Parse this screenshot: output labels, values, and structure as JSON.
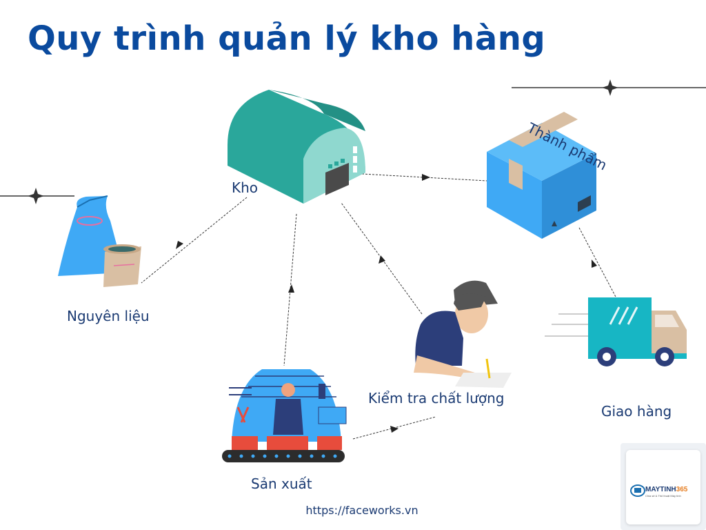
{
  "title": "Quy trình quản lý kho hàng",
  "nodes": {
    "kho": "Kho",
    "nguyen_lieu": "Nguyên liệu",
    "san_xuat": "Sản xuất",
    "kiem_tra": "Kiểm tra chất lượng",
    "thanh_pham": "Thành phẩm",
    "giao_hang": "Giao hàng"
  },
  "footer_url": "https://faceworks.vn",
  "watermark": {
    "brand_main": "MAYTINH",
    "brand_accent": "365",
    "tagline": "Chia sẻ & Thủ thuật Máy tính"
  },
  "colors": {
    "title": "#0a4a9e",
    "label": "#1a3a72",
    "teal": "#2aa79b",
    "blue": "#3fa9f5",
    "navy": "#2c3e7a"
  }
}
